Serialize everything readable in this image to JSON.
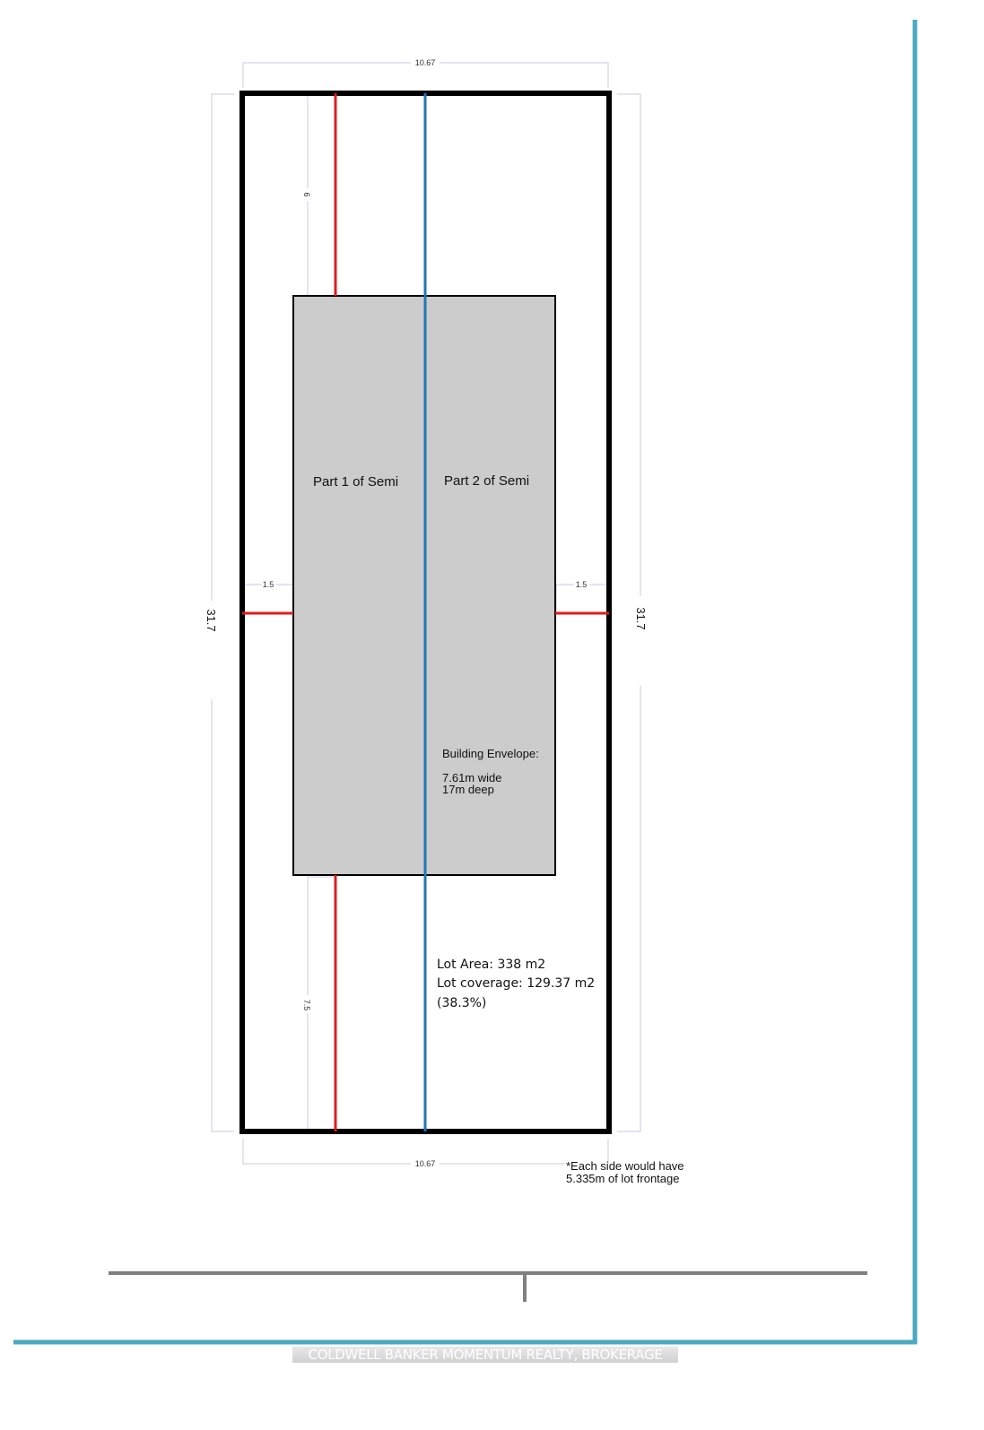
{
  "dimensions": {
    "top_width": "10.67",
    "bottom_width": "10.67",
    "left_depth": "31.7",
    "right_depth": "31.7",
    "front_setback": "6",
    "rear_setback": "7.5",
    "left_side_setback": "1.5",
    "right_side_setback": "1.5"
  },
  "labels": {
    "part1": "Part 1 of Semi",
    "part2": "Part 2 of Semi",
    "envelope_title": "Building Envelope:",
    "envelope_width": "7.61m wide",
    "envelope_depth": "17m deep",
    "lot_area": "Lot Area: 338 m2",
    "lot_coverage": "Lot coverage: 129.37 m2",
    "coverage_pct": "(38.3%)",
    "frontage_note_1": "*Each side would have",
    "frontage_note_2": "5.335m of lot frontage"
  },
  "watermark": "COLDWELL BANKER MOMENTUM REALTY, BROKERAGE",
  "colors": {
    "lot_outline": "#000000",
    "setback_lines": "#e01a1a",
    "division_line": "#1f78b4",
    "building_fill": "#cccccc",
    "dimension_lines": "#c8c8e6",
    "page_border": "#4aa8bf",
    "rule": "#808080"
  }
}
